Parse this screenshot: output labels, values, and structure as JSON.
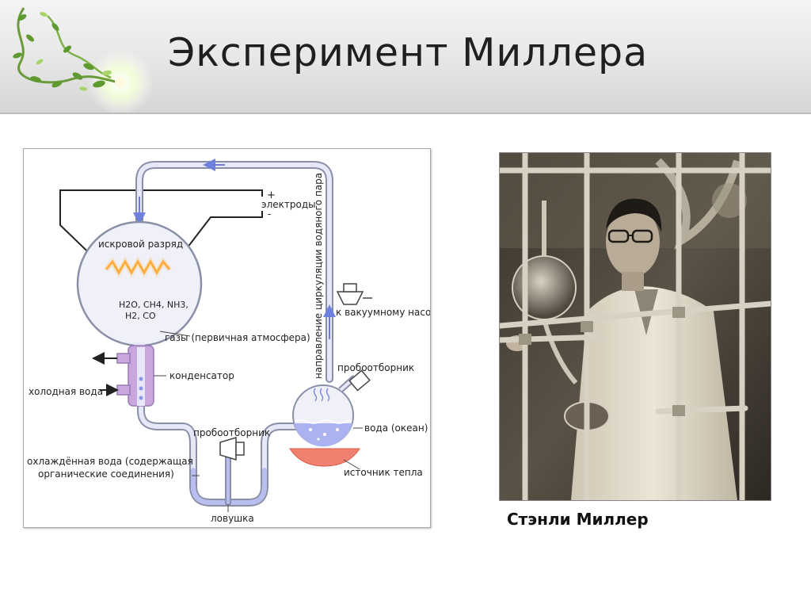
{
  "slide": {
    "title": "Эксперимент Миллера",
    "caption": "Стэнли Миллер"
  },
  "diagram": {
    "labels": {
      "spark": "искровой разряд",
      "gases_formula_1": "H2O, CH4, NH3,",
      "gases_formula_2": "H2, CO",
      "electrodes_plus": "+",
      "electrodes": "электроды",
      "electrodes_minus": "-",
      "vapor_direction": "направление циркуляции водяного пара",
      "vacuum_pump": "к вакуумному насо",
      "gases": "газы (первичная атмосфера)",
      "condenser": "конденсатор",
      "cold_water": "холодная вода",
      "sampler_top": "пробоотборник",
      "sampler_bottom": "пробоотборник",
      "water_ocean": "вода (океан)",
      "heat_source": "источник тепла",
      "cooled_water_1": "охлаждённая вода (содержащая",
      "cooled_water_2": "органические соединения)",
      "trap": "ловушка"
    },
    "colors": {
      "tube_outline": "#8a8fa8",
      "tube_fill": "#e6e8f7",
      "liquid": "#b8bff0",
      "arrow": "#6f7fe0",
      "spark": "#ff9a1a",
      "condenser": "#c4a2dc",
      "heater": "#f08070"
    }
  },
  "photo": {
    "subject": "Stanley Miller with laboratory glassware"
  }
}
